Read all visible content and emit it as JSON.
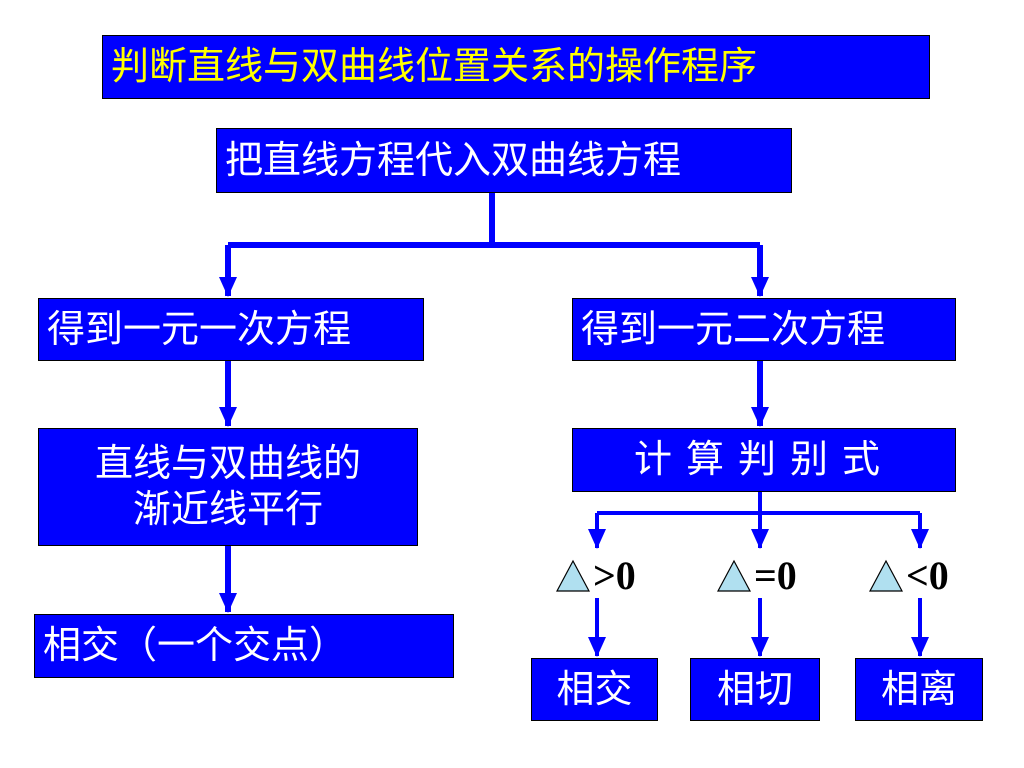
{
  "colors": {
    "box_fill": "#0000ff",
    "box_text": "#ffffff",
    "title_text": "#ffff00",
    "arrow": "#0000ff",
    "triangle_fill": "#b0e0f0"
  },
  "title": "判断直线与双曲线位置关系的操作程序",
  "step1": "把直线方程代入双曲线方程",
  "left_branch": {
    "equation": "得到一元一次方程",
    "condition_line1": "直线与双曲线的",
    "condition_line2": "渐近线平行",
    "result": "相交（一个交点）"
  },
  "right_branch": {
    "equation": "得到一元二次方程",
    "discriminant": "计算判别式",
    "cases": [
      {
        "symbol": "△",
        "condition": ">0",
        "result": "相交"
      },
      {
        "symbol": "△",
        "condition": "=0",
        "result": "相切"
      },
      {
        "symbol": "△",
        "condition": "<0",
        "result": "相离"
      }
    ]
  }
}
